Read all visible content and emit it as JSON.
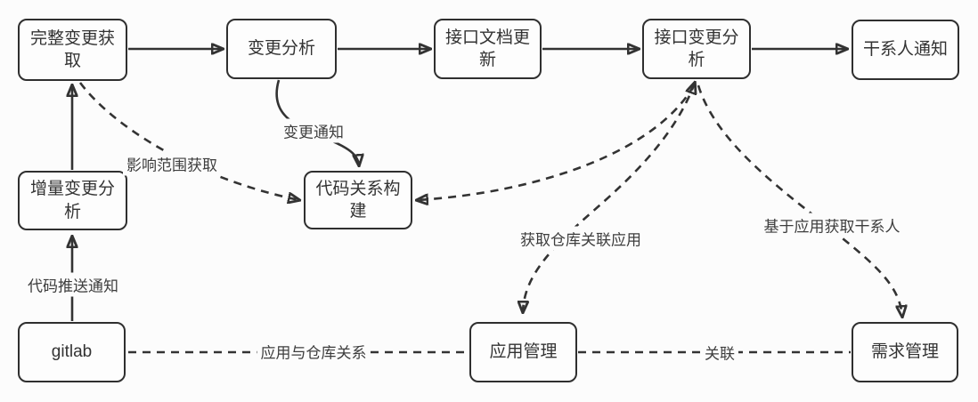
{
  "diagram": {
    "background_color": "#fcfcfc",
    "stroke_color": "#333333",
    "text_color": "#333333",
    "nodes": {
      "complete_change_fetch": {
        "label": "完整变更获取"
      },
      "change_analysis": {
        "label": "变更分析"
      },
      "api_doc_update": {
        "label": "接口文档更新"
      },
      "api_change_analysis": {
        "label": "接口变更分析"
      },
      "stakeholder_notify": {
        "label": "干系人通知"
      },
      "incremental_change_analysis": {
        "label": "增量变更分析"
      },
      "code_relation_build": {
        "label": "代码关系构建"
      },
      "gitlab": {
        "label": "gitlab"
      },
      "app_management": {
        "label": "应用管理"
      },
      "requirement_management": {
        "label": "需求管理"
      }
    },
    "edge_labels": {
      "change_notify": "变更通知",
      "impact_scope_fetch": "影响范围获取",
      "code_push_notify": "代码推送通知",
      "app_repo_relation": "应用与仓库关系",
      "fetch_repo_related_apps": "获取仓库关联应用",
      "fetch_stakeholders_by_app": "基于应用获取干系人",
      "relation": "关联"
    }
  }
}
